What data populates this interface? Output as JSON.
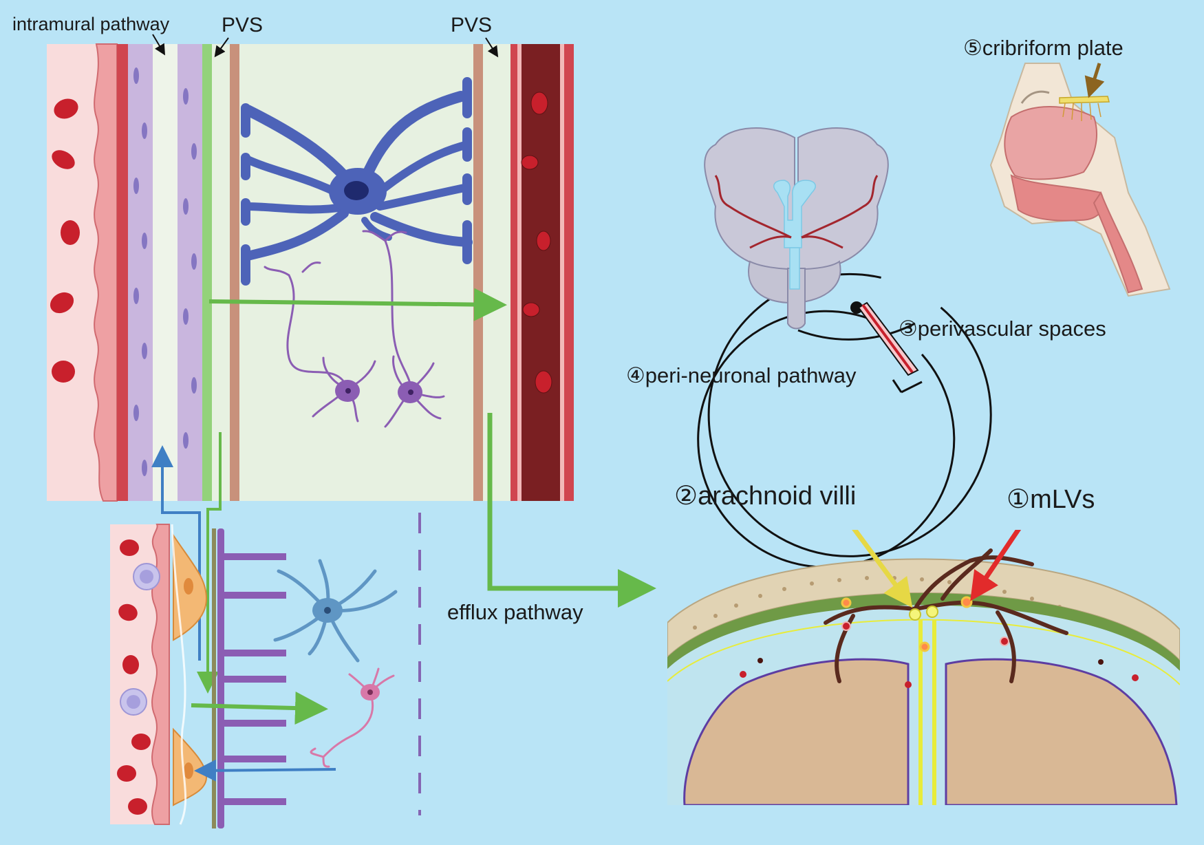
{
  "labels": {
    "intramural": "intramural pathway",
    "pvs_left": "PVS",
    "pvs_right": "PVS",
    "cribriform": "⑤cribriform plate",
    "perivascular": "③perivascular spaces",
    "perineuronal": "④peri-neuronal pathway",
    "arachnoid": "②arachnoid villi",
    "mlvs": "①mLVs",
    "efflux": "efflux pathway"
  },
  "colors": {
    "background": "#b9e4f6",
    "interstitium": "#e7f1e1",
    "astrocyte": "#4d63b8",
    "neuron": "#8b5db3",
    "vein": "#7a1f22",
    "green_arrow": "#66b94a",
    "blue_arrow": "#3f7fc4",
    "yellow_arrow": "#e6d845",
    "red_arrow": "#e22b2b",
    "brown_arrow": "#8c6420"
  }
}
